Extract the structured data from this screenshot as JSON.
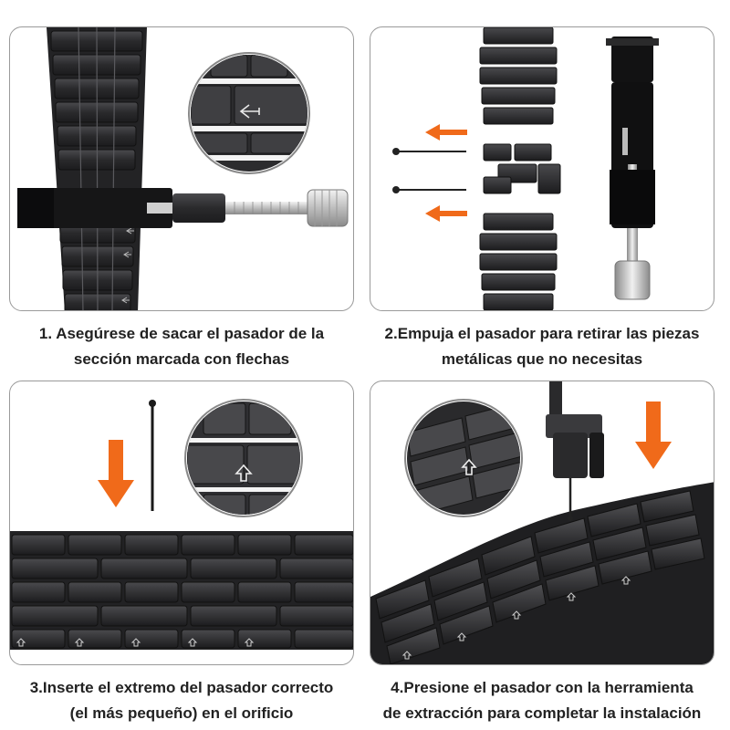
{
  "steps": [
    {
      "number": "1",
      "line1": "1. Asegúrese de sacar el pasador de la",
      "line2": "sección marcada con flechas"
    },
    {
      "number": "2",
      "line1": "2.Empuja el pasador para retirar las piezas",
      "line2": "metálicas que no necesitas"
    },
    {
      "number": "3",
      "line1": "3.Inserte el extremo del pasador correcto",
      "line2": "(el más pequeño) en el orificio"
    },
    {
      "number": "4",
      "line1": "4.Presione el pasador con la herramienta",
      "line2": "de extracción para completar la instalación"
    }
  ],
  "icons": {
    "direction_arrow": "arrow-icon",
    "link_arrow_marker": "arrow-marker-icon",
    "tool": "pin-remover-tool-icon",
    "pin": "pin-icon"
  },
  "colors": {
    "accent_arrow": "#f06a1a",
    "band_metal": "#2e2e30",
    "panel_border": "#9a9a9a",
    "caption_text": "#222222"
  }
}
